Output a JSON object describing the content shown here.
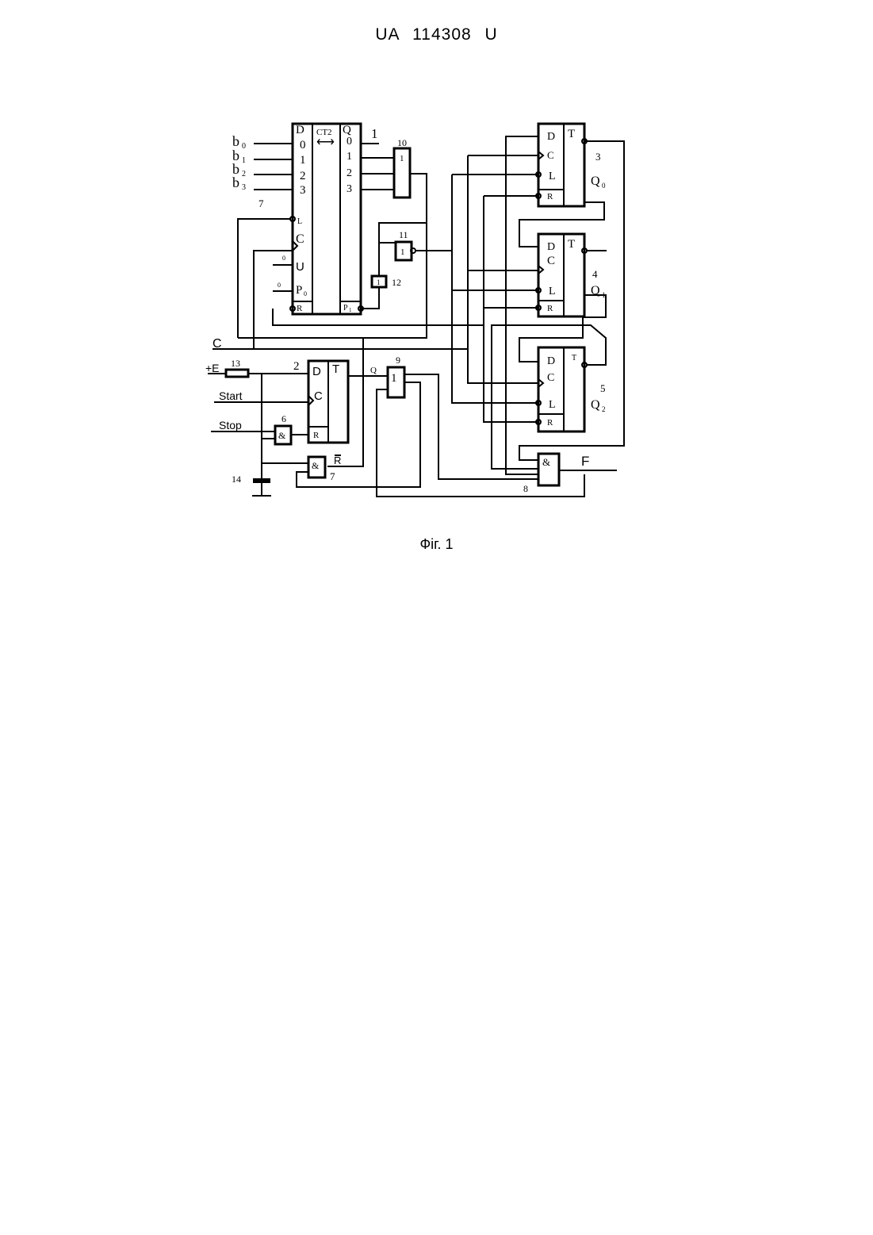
{
  "header": {
    "doc_number": "UA  114308  U"
  },
  "caption": "Фіг. 1",
  "diagram": {
    "inputs": {
      "b0": "b",
      "b0_sub": "0",
      "b1": "b",
      "b1_sub": "1",
      "b2": "b",
      "b2_sub": "2",
      "b3": "b",
      "b3_sub": "3",
      "clock": "C",
      "supply": "+E",
      "start": "Start",
      "stop": "Stop",
      "u_const": "0",
      "p_const": "0",
      "q0_out": "1"
    },
    "counter": {
      "id": "7",
      "title": "CT2",
      "arrow": "⟷",
      "pins_left": [
        "D",
        "0",
        "1",
        "2",
        "3",
        "L",
        "C",
        "U",
        "P",
        "R"
      ],
      "p_sub": "0",
      "pins_right": [
        "Q",
        "0",
        "1",
        "2",
        "3",
        "P"
      ],
      "pr_sub": "1"
    },
    "gates": {
      "g10": {
        "id": "10",
        "sym": "1"
      },
      "g11": {
        "id": "11",
        "sym": "1"
      },
      "g12": {
        "id": "12",
        "sym": "1"
      },
      "g9": {
        "id": "9",
        "sym": "1",
        "q_label": "Q"
      },
      "g6": {
        "id": "6",
        "sym": "&"
      },
      "g7": {
        "id": "7",
        "sym": "&",
        "r_label": "R"
      },
      "g8": {
        "id": "8",
        "sym": "&",
        "out": "F"
      }
    },
    "start_ff": {
      "id": "2",
      "pins": [
        "D",
        "C",
        "R"
      ],
      "t": "T"
    },
    "ff3": {
      "id": "3",
      "pins": [
        "D",
        "C",
        "L",
        "R"
      ],
      "t": "T",
      "q": "Q",
      "q_sub": "0"
    },
    "ff4": {
      "id": "4",
      "pins": [
        "D",
        "C",
        "L",
        "R"
      ],
      "t": "T",
      "q": "Q",
      "q_sub": "1"
    },
    "ff5": {
      "id": "5",
      "pins": [
        "D",
        "C",
        "L",
        "R"
      ],
      "t": "T",
      "q": "Q",
      "q_sub": "2"
    },
    "resistor": {
      "id": "13"
    },
    "capacitor": {
      "id": "14"
    }
  }
}
